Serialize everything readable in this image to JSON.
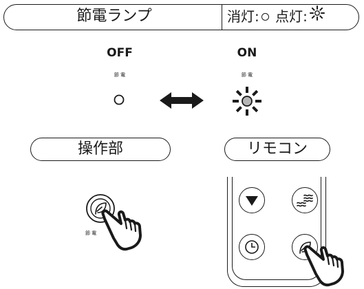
{
  "header": {
    "title": "節電ランプ",
    "legend_off_label": "消灯:",
    "legend_on_label": "点灯:"
  },
  "states": {
    "off": {
      "label": "OFF",
      "lamp_caption": "節 電"
    },
    "on": {
      "label": "ON",
      "lamp_caption": "節 電"
    }
  },
  "sections": {
    "panel_label": "操作部",
    "remote_label": "リモコン"
  },
  "panel_button_caption": "節 電",
  "icons": {
    "transition": "double-arrow-icon",
    "lamp_off": "lamp-off-icon",
    "lamp_on": "lamp-on-icon",
    "hand": "pointing-hand-icon",
    "remote_buttons": [
      "down-triangle-icon",
      "wind-swing-icon",
      "timer-clock-icon",
      "eco-leaf-icon"
    ]
  },
  "colors": {
    "ink": "#1a1a1a",
    "lamp_on_fill": "#b5b5b5"
  }
}
